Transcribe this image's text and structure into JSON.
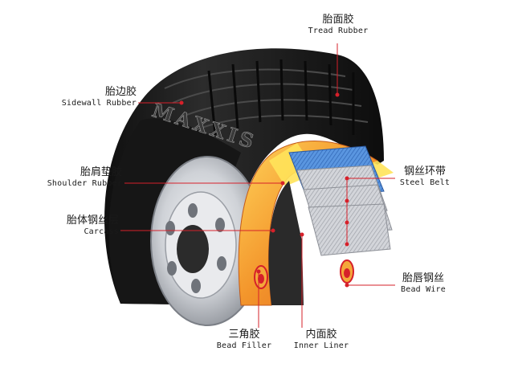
{
  "brand": "MAXXIS",
  "colors": {
    "leader": "#d6202a",
    "tread": "#1e1e1e",
    "rim": "#c9ccd1",
    "carcass": "#f2a23a",
    "belt_blue": "#3f7fd0",
    "belt_grey": "#b9bcc2"
  },
  "labels": {
    "tread_rubber": {
      "cn": "胎面胶",
      "en": "Tread Rubber"
    },
    "sidewall_rubber": {
      "cn": "胎边胶",
      "en": "Sidewall Rubber"
    },
    "shoulder_rubber": {
      "cn": "胎肩垫胶",
      "en": "Shoulder Rubber"
    },
    "carcass": {
      "cn": "胎体钢丝层",
      "en": "Carcass"
    },
    "steel_belt": {
      "cn": "钢丝环带",
      "en": "Steel Belt"
    },
    "bead_wire": {
      "cn": "胎唇钢丝",
      "en": "Bead Wire"
    },
    "bead_filler": {
      "cn": "三角胶",
      "en": "Bead Filler"
    },
    "inner_liner": {
      "cn": "内面胶",
      "en": "Inner Liner"
    }
  }
}
